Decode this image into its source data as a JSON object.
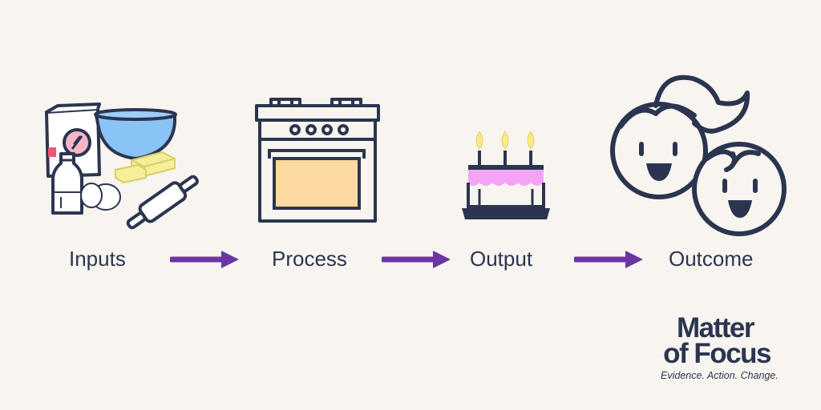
{
  "stages": [
    {
      "label": "Inputs",
      "icon": "baking-ingredients-icon"
    },
    {
      "label": "Process",
      "icon": "oven-icon"
    },
    {
      "label": "Output",
      "icon": "birthday-cake-icon"
    },
    {
      "label": "Outcome",
      "icon": "happy-faces-icon"
    }
  ],
  "arrows": {
    "color": "#6b35a3",
    "count": 3
  },
  "logo": {
    "line1": "Matter",
    "line2": "of Focus",
    "tagline": "Evidence. Action. Change."
  },
  "colors": {
    "background": "#f8f5f0",
    "ink": "#2b3550",
    "arrow": "#6b35a3",
    "oven_window": "#fcd9a0",
    "bowl": "#8ac3f5",
    "butter": "#f7ee9a",
    "flour_badge": "#f7b6c7",
    "cake_icing": "#f5a3f5",
    "flame": "#f7ea8a"
  }
}
